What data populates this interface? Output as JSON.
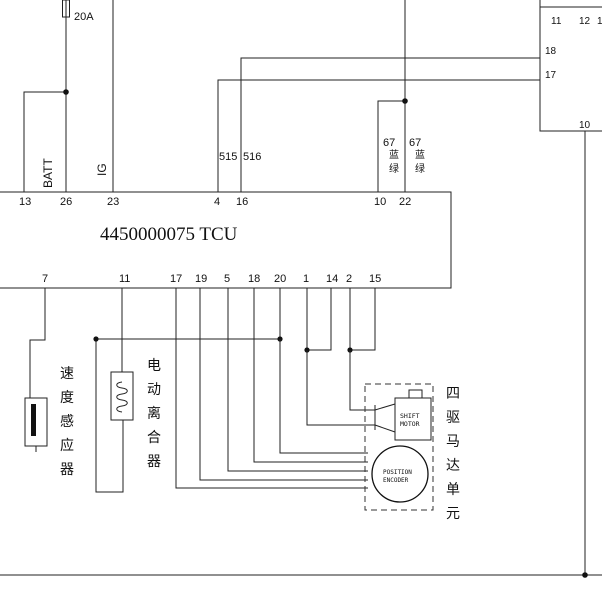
{
  "fuse": {
    "rating": "20A"
  },
  "tcu": {
    "title": "4450000075  TCU",
    "top_pins": [
      {
        "pin": "13",
        "signal": "BATT"
      },
      {
        "pin": "26",
        "signal": ""
      },
      {
        "pin": "23",
        "signal": "IG"
      },
      {
        "pin": "4",
        "signal": "515"
      },
      {
        "pin": "16",
        "signal": "516"
      },
      {
        "pin": "10",
        "signal": "67"
      },
      {
        "pin": "22",
        "signal": "67"
      }
    ],
    "wire_color_a": "蓝绿",
    "wire_color_b": "蓝绿",
    "bottom_pins": [
      "7",
      "11",
      "17",
      "19",
      "5",
      "18",
      "20",
      "1",
      "14",
      "2",
      "15"
    ]
  },
  "relay_box": {
    "top_pins": [
      "11",
      "12",
      "1"
    ],
    "side_pins": [
      "18",
      "17"
    ],
    "bottom_pin": "10"
  },
  "components": {
    "speed_sensor": "速度感应器",
    "clutch": "电动离合器",
    "four_wd_unit": "四驱马达单元",
    "shift_motor_line1": "SHIFT",
    "shift_motor_line2": "MOTOR",
    "encoder_line1": "POSITION",
    "encoder_line2": "ENCODER"
  }
}
